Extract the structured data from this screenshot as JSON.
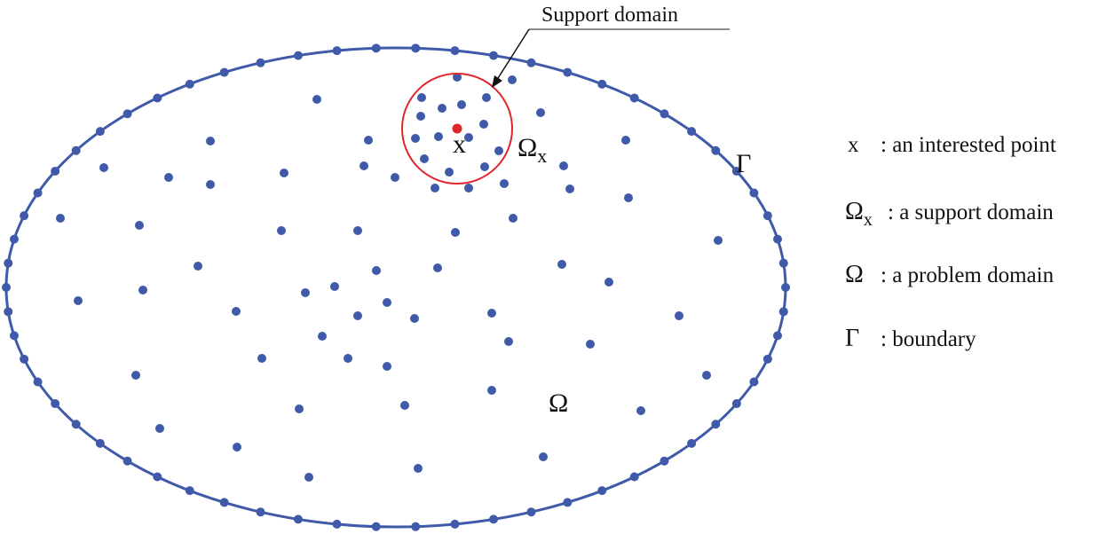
{
  "callout": {
    "label": "Support domain"
  },
  "labels": {
    "point": "x",
    "support_symbol": "Ω",
    "support_subscript": "x",
    "problem_symbol": "Ω",
    "boundary_symbol": "Γ"
  },
  "legend": [
    {
      "symbol": "x",
      "subscript": "",
      "text": ": an interested point"
    },
    {
      "symbol": "Ω",
      "subscript": "x",
      "text": ": a support domain"
    },
    {
      "symbol": "Ω",
      "subscript": "",
      "text": ": a problem domain"
    },
    {
      "symbol": "Γ",
      "subscript": "",
      "text": ": boundary"
    }
  ],
  "colors": {
    "node": "#3f5aa8",
    "boundary": "#3f5aa8",
    "support_circle": "#e0262b",
    "interested_point": "#e0262b",
    "text": "#111111"
  }
}
